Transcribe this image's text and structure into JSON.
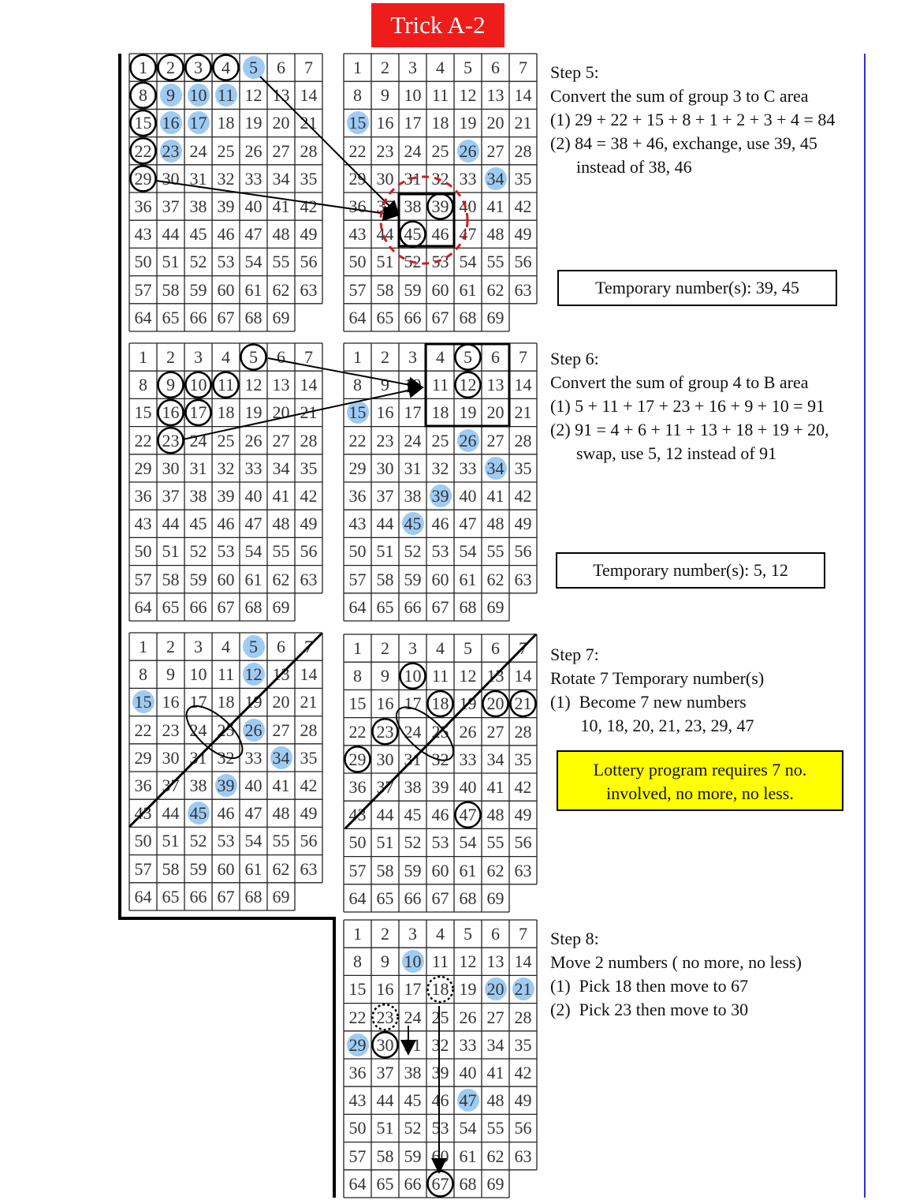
{
  "title": "Trick A-2",
  "steps": [
    {
      "id": "step5",
      "lines": [
        "Step 5:",
        "Convert the sum of group 3 to C area",
        "(1) 29 + 22 + 15 + 8 + 1 + 2 + 3 + 4 = 84",
        "(2) 84 = 38 + 46, exchange, use 39, 45",
        "      instead of 38, 46"
      ]
    },
    {
      "id": "step6",
      "lines": [
        "Step 6:",
        "Convert the sum of group 4 to B area",
        "(1) 5 + 11 + 17 + 23 + 16 + 9 + 10 = 91",
        "(2) 91 = 4 + 6 + 11 + 13 + 18 + 19 + 20,",
        "      swap, use 5, 12 instead of 91"
      ]
    },
    {
      "id": "step7",
      "lines": [
        "Step 7:",
        "Rotate 7 Temporary number(s)",
        "(1)  Become 7 new numbers",
        "       10, 18, 20, 21, 23, 29, 47"
      ]
    },
    {
      "id": "step8",
      "lines": [
        "Step 8:",
        "Move 2 numbers ( no more, no less)",
        "(1)  Pick 18 then move to 67",
        "(2)  Pick 23 then move to 30"
      ]
    }
  ],
  "boxes": {
    "temp5": "Temporary number(s):  39, 45",
    "temp6": "Temporary number(s):  5, 12",
    "lottery_line1": "Lottery program requires 7 no.",
    "lottery_line2": "involved, no more, no less."
  },
  "grid_numbers": [
    1,
    2,
    3,
    4,
    5,
    6,
    7,
    8,
    9,
    10,
    11,
    12,
    13,
    14,
    15,
    16,
    17,
    18,
    19,
    20,
    21,
    22,
    23,
    24,
    25,
    26,
    27,
    28,
    29,
    30,
    31,
    32,
    33,
    34,
    35,
    36,
    37,
    38,
    39,
    40,
    41,
    42,
    43,
    44,
    45,
    46,
    47,
    48,
    49,
    50,
    51,
    52,
    53,
    54,
    55,
    56,
    57,
    58,
    59,
    60,
    61,
    62,
    63,
    64,
    65,
    66,
    67,
    68,
    69
  ],
  "grids": [
    {
      "id": "s5-left",
      "highlighted": [
        5,
        9,
        10,
        11,
        16,
        17,
        23
      ],
      "circled": [
        1,
        2,
        3,
        4,
        8,
        15,
        22,
        29
      ]
    },
    {
      "id": "s5-right",
      "highlighted": [
        15,
        26,
        34
      ],
      "circled": [
        39,
        45
      ]
    },
    {
      "id": "s6-left",
      "highlighted": [],
      "circled": [
        5,
        9,
        10,
        11,
        16,
        17,
        23
      ]
    },
    {
      "id": "s6-right",
      "highlighted": [
        15,
        26,
        34,
        39,
        45
      ],
      "circled": [
        5,
        12
      ]
    },
    {
      "id": "s7-left",
      "highlighted": [
        5,
        12,
        15,
        26,
        34,
        39,
        45
      ],
      "circled": []
    },
    {
      "id": "s7-right",
      "highlighted": [],
      "circled": [
        10,
        18,
        20,
        21,
        23,
        29,
        47
      ]
    },
    {
      "id": "s8",
      "highlighted": [
        10,
        20,
        21,
        29,
        47
      ],
      "circled": [
        30,
        67
      ],
      "dotted": [
        18,
        23
      ]
    }
  ]
}
